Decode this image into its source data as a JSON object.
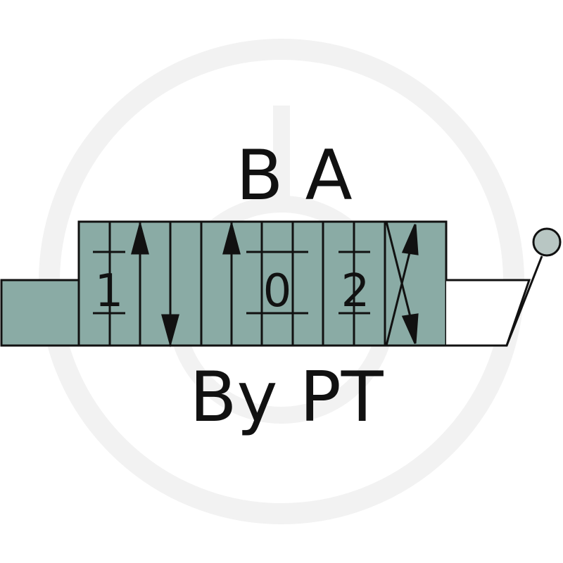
{
  "diagram": {
    "top_ports_label": "B A",
    "bottom_ports_label": "By PT",
    "positions": [
      "1",
      "0",
      "2"
    ],
    "colors": {
      "block_fill": "#8aaba5",
      "stroke": "#111111",
      "knob_fill": "#b8c6c3",
      "watermark": "#f2f2f2"
    },
    "icons": {
      "watermark": "watermark-logo-icon",
      "actuator": "lever-actuator-icon"
    }
  }
}
